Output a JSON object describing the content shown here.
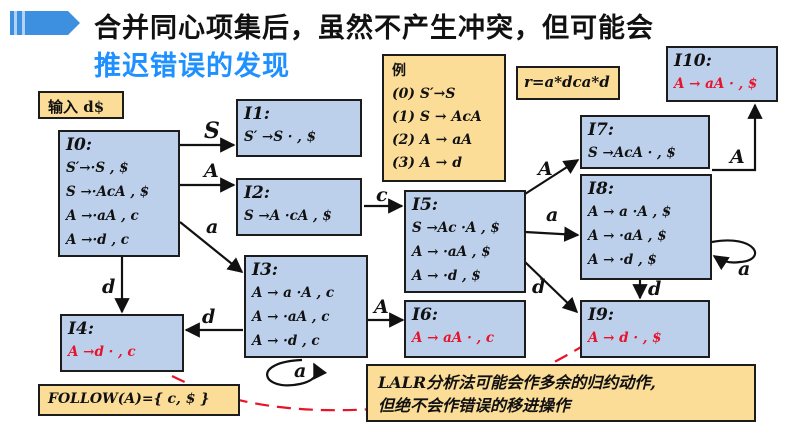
{
  "header": {
    "title_line1": "合并同心项集后，虽然不产生冲突，但可能会",
    "title_line2": "推迟错误的发现",
    "accent_color": "#1e90ff"
  },
  "input_box": {
    "label": "输入 d$"
  },
  "example_box": {
    "title": "例",
    "rules": [
      "(0) S′→S",
      "(1) S → AcA",
      "(2) A → aA",
      "(3) A → d"
    ]
  },
  "regex_box": {
    "text": "r=a*dca*d"
  },
  "follow_box": {
    "text": "FOLLOW(A)={ c, $ }"
  },
  "lalr_note": {
    "line1": "LALR分析法可能会作多余的归约动作,",
    "line2": "但绝不会作错误的移进操作"
  },
  "states": {
    "I0": {
      "title": "I0:",
      "items": [
        "S′→·S , $",
        "S →·AcA , $",
        "A →·aA , c",
        "A →·d , c"
      ]
    },
    "I1": {
      "title": "I1:",
      "items": [
        "S′ →S · , $"
      ]
    },
    "I2": {
      "title": "I2:",
      "items": [
        "S →A ·cA , $"
      ]
    },
    "I3": {
      "title": "I3:",
      "items": [
        "A → a ·A , c",
        "A → ·aA , c",
        "A → ·d , c"
      ]
    },
    "I4": {
      "title": "I4:",
      "items": [
        "A →d · , c"
      ]
    },
    "I5": {
      "title": "I5:",
      "items": [
        "S →Ac ·A , $",
        "A → ·aA , $",
        "A → ·d , $"
      ]
    },
    "I6": {
      "title": "I6:",
      "items": [
        "A → aA · , c"
      ]
    },
    "I7": {
      "title": "I7:",
      "items": [
        "S →AcA · , $"
      ]
    },
    "I8": {
      "title": "I8:",
      "items": [
        "A → a ·A , $",
        "A → ·aA , $",
        "A → ·d , $"
      ]
    },
    "I9": {
      "title": "I9:",
      "items": [
        "A → d · , $"
      ]
    },
    "I10": {
      "title": "I10:",
      "items": [
        "A → aA · , $"
      ]
    }
  },
  "edge_labels": {
    "I0_I1": "S",
    "I0_I2": "A",
    "I0_I3": "a",
    "I0_I4": "d",
    "I2_I5": "c",
    "I3_I4": "d",
    "I3_I6": "A",
    "I3_loop": "a",
    "I5_I7": "A",
    "I5_I8": "a",
    "I5_I9": "d",
    "I8_I10": "A",
    "I8_loop": "a",
    "I8_I9": "d"
  },
  "colors": {
    "state_fill": "#bcd0ec",
    "note_fill": "#fbdd98",
    "highlight_red": "#e8132a"
  }
}
